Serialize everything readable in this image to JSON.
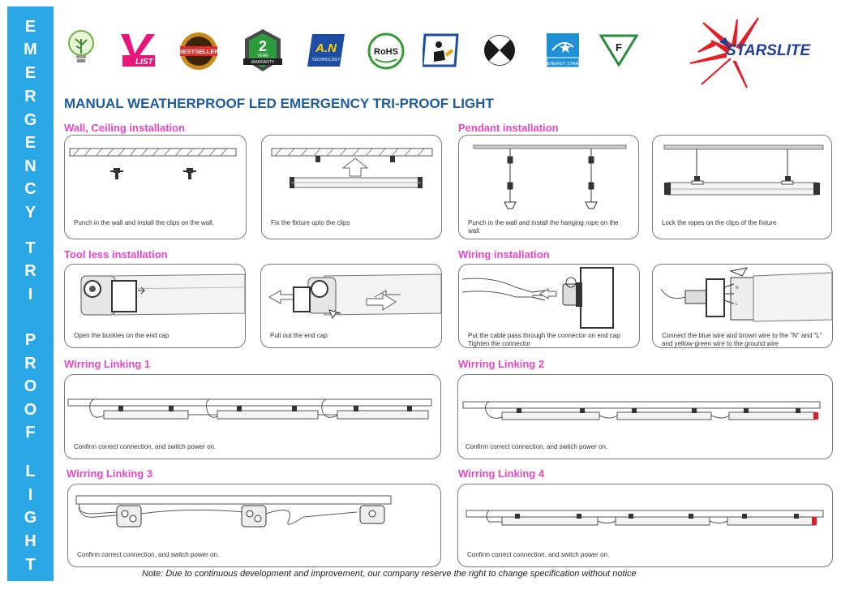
{
  "sidebar": {
    "letters": [
      "E",
      "M",
      "E",
      "R",
      "G",
      "E",
      "N",
      "C",
      "Y",
      "",
      "T",
      "R",
      "I",
      "",
      "P",
      "R",
      "O",
      "O",
      "F",
      "",
      "L",
      "I",
      "G",
      "H",
      "T"
    ]
  },
  "logos": [
    {
      "name": "eco-bulb-logo"
    },
    {
      "name": "vlist-logo",
      "text": "LIST"
    },
    {
      "name": "bestseller-badge",
      "text": "BESTSELLER"
    },
    {
      "name": "warranty-badge",
      "text_big": "2",
      "text_small": "YEAR",
      "text_band": "WARRANTY"
    },
    {
      "name": "an-technology-logo",
      "text": "A.N",
      "sub": "TECHNOLOGY"
    },
    {
      "name": "rohs-logo",
      "text": "RoHS"
    },
    {
      "name": "installer-sign-icon"
    },
    {
      "name": "round-marker-icon"
    },
    {
      "name": "energy-star-logo",
      "text": "ENERGY STAR"
    },
    {
      "name": "f-mark-logo",
      "text": "F"
    }
  ],
  "brand": {
    "name": "STARSLITE"
  },
  "title": "MANUAL WEATHERPROOF LED EMERGENCY TRI-PROOF LIGHT",
  "sections": {
    "wall": "Wall, Ceiling installation",
    "pendant": "Pendant installation",
    "toolless": "Tool less installation",
    "wiring": "Wiring installation",
    "link1": "Wirring Linking 1",
    "link2": "Wirring Linking 2",
    "link3": "Wirring Linking 3",
    "link4": "Wirring Linking 4"
  },
  "captions": {
    "wall_a": "Punch in the wall and install the clips on the wall.",
    "wall_b": "Fix the fixture upto the clips",
    "pendant_a": "Punch in the wall and install the hanging rope on the wall.",
    "pendant_b": "Lock the ropes on the clips of the fixture",
    "toolless_a": "Open the buckles on the end cap",
    "toolless_b": "Pull out the end cap",
    "wiring_a": "Put the cable pass through the connector on end cap Tighten the connector",
    "wiring_b": "Connect the blue wire and brown wire to the \"N\" and \"L\" and yellow-green wire to the ground wire",
    "link1": "Confirm correct connection, and switch power on.",
    "link2": "Confirm correct connection, and switch power on.",
    "link3": "Confirm correct connection, and switch power on.",
    "link4": "Confirm correct connection, and switch power on."
  },
  "footer": "Note: Due to continuous development and improvement, our company reserve the right to change specification without notice",
  "colors": {
    "sidebar": "#2aa8e5",
    "title": "#1e5c9e",
    "section": "#e846c4",
    "brand": "#1f3f94",
    "brand_red": "#e21f26"
  }
}
